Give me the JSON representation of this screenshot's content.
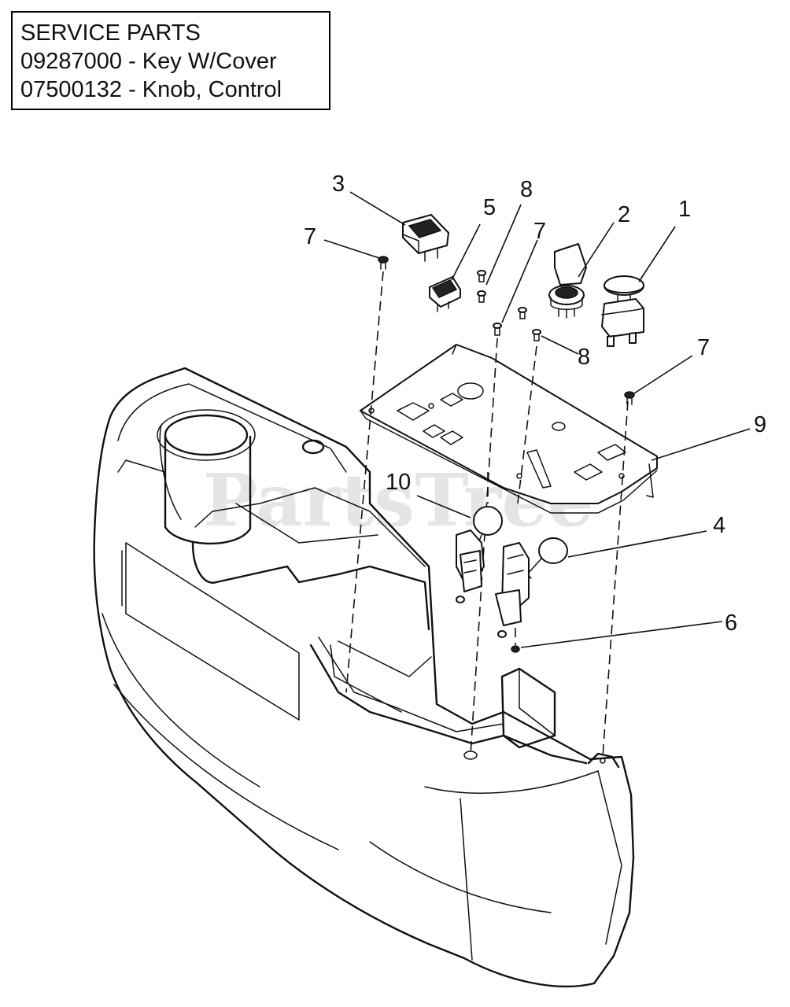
{
  "service_parts": {
    "heading": "SERVICE PARTS",
    "items": [
      {
        "part_number": "09287000",
        "description": "Key W/Cover",
        "text": "09287000 - Key W/Cover"
      },
      {
        "part_number": "07500132",
        "description": "Knob, Control",
        "text": "07500132 - Knob, Control"
      }
    ]
  },
  "watermark": "PartsTree",
  "callouts": [
    {
      "id": "callout-1",
      "label": "1"
    },
    {
      "id": "callout-2",
      "label": "2"
    },
    {
      "id": "callout-3",
      "label": "3"
    },
    {
      "id": "callout-4",
      "label": "4"
    },
    {
      "id": "callout-5",
      "label": "5"
    },
    {
      "id": "callout-6",
      "label": "6"
    },
    {
      "id": "callout-7a",
      "label": "7"
    },
    {
      "id": "callout-7b",
      "label": "7"
    },
    {
      "id": "callout-7c",
      "label": "7"
    },
    {
      "id": "callout-8a",
      "label": "8"
    },
    {
      "id": "callout-8b",
      "label": "8"
    },
    {
      "id": "callout-9",
      "label": "9"
    },
    {
      "id": "callout-10",
      "label": "10"
    }
  ]
}
